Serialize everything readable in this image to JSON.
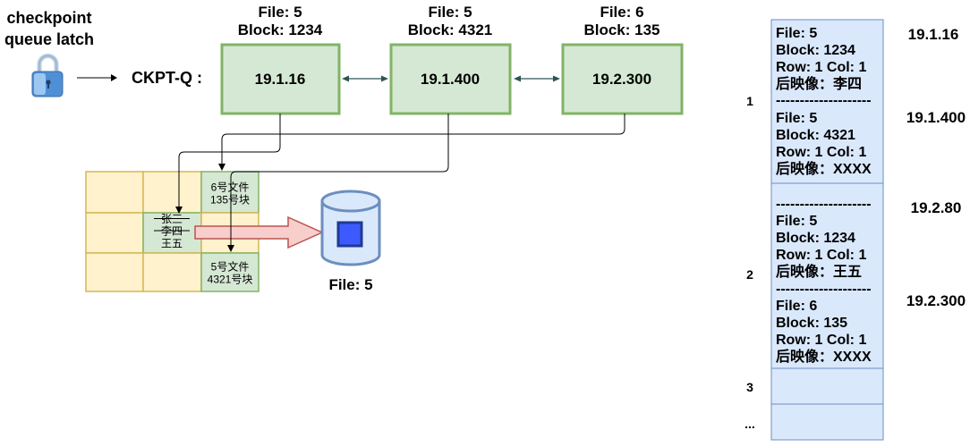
{
  "latch": {
    "line1": "checkpoint",
    "line2": "queue latch"
  },
  "icons": {
    "latch": "padlock-icon",
    "datafile": "database-icon"
  },
  "checkpoint_queue": {
    "label": "CKPT-Q :",
    "buffers": [
      {
        "file": "File: 5",
        "block": "Block: 1234",
        "lsn": "19.1.16"
      },
      {
        "file": "File: 5",
        "block": "Block: 4321",
        "lsn": "19.1.400"
      },
      {
        "file": "File: 6",
        "block": "Block: 135",
        "lsn": "19.2.300"
      }
    ]
  },
  "buffer_cache": {
    "block_file6": {
      "line1": "6号文件",
      "line2": "135号块"
    },
    "block_rows": {
      "row1": "张三",
      "row2": "李四",
      "row3": "王五"
    },
    "block_file5": {
      "line1": "5号文件",
      "line2": "4321号块"
    }
  },
  "datafile": {
    "label": "File: 5"
  },
  "redo_log": {
    "group_numbers": [
      "1",
      "2",
      "3",
      "..."
    ],
    "separator": "--------------------",
    "entries": [
      {
        "file": "File: 5",
        "block": "Block: 1234",
        "row_col": "Row: 1 Col: 1",
        "after_image": "后映像：李四"
      },
      {
        "file": "File: 5",
        "block": "Block: 4321",
        "row_col": "Row: 1 Col: 1",
        "after_image": "后映像：XXXX"
      },
      {
        "file": "File: 5",
        "block": "Block: 1234",
        "row_col": "Row: 1 Col: 1",
        "after_image": "后映像：王五"
      },
      {
        "file": "File: 6",
        "block": "Block: 135",
        "row_col": "Row: 1 Col: 1",
        "after_image": "后映像：XXXX"
      }
    ],
    "lsn_labels": [
      "19.1.16",
      "19.1.400",
      "19.2.80",
      "19.2.300"
    ]
  },
  "colors": {
    "dirty_buffer_fill": "#d5e8d4",
    "clean_buffer_fill": "#fff2cc",
    "redo_log_fill": "#dae8fc",
    "flush_arrow_fill": "#f8cecc",
    "datafile_fill": "#dae8fc"
  }
}
